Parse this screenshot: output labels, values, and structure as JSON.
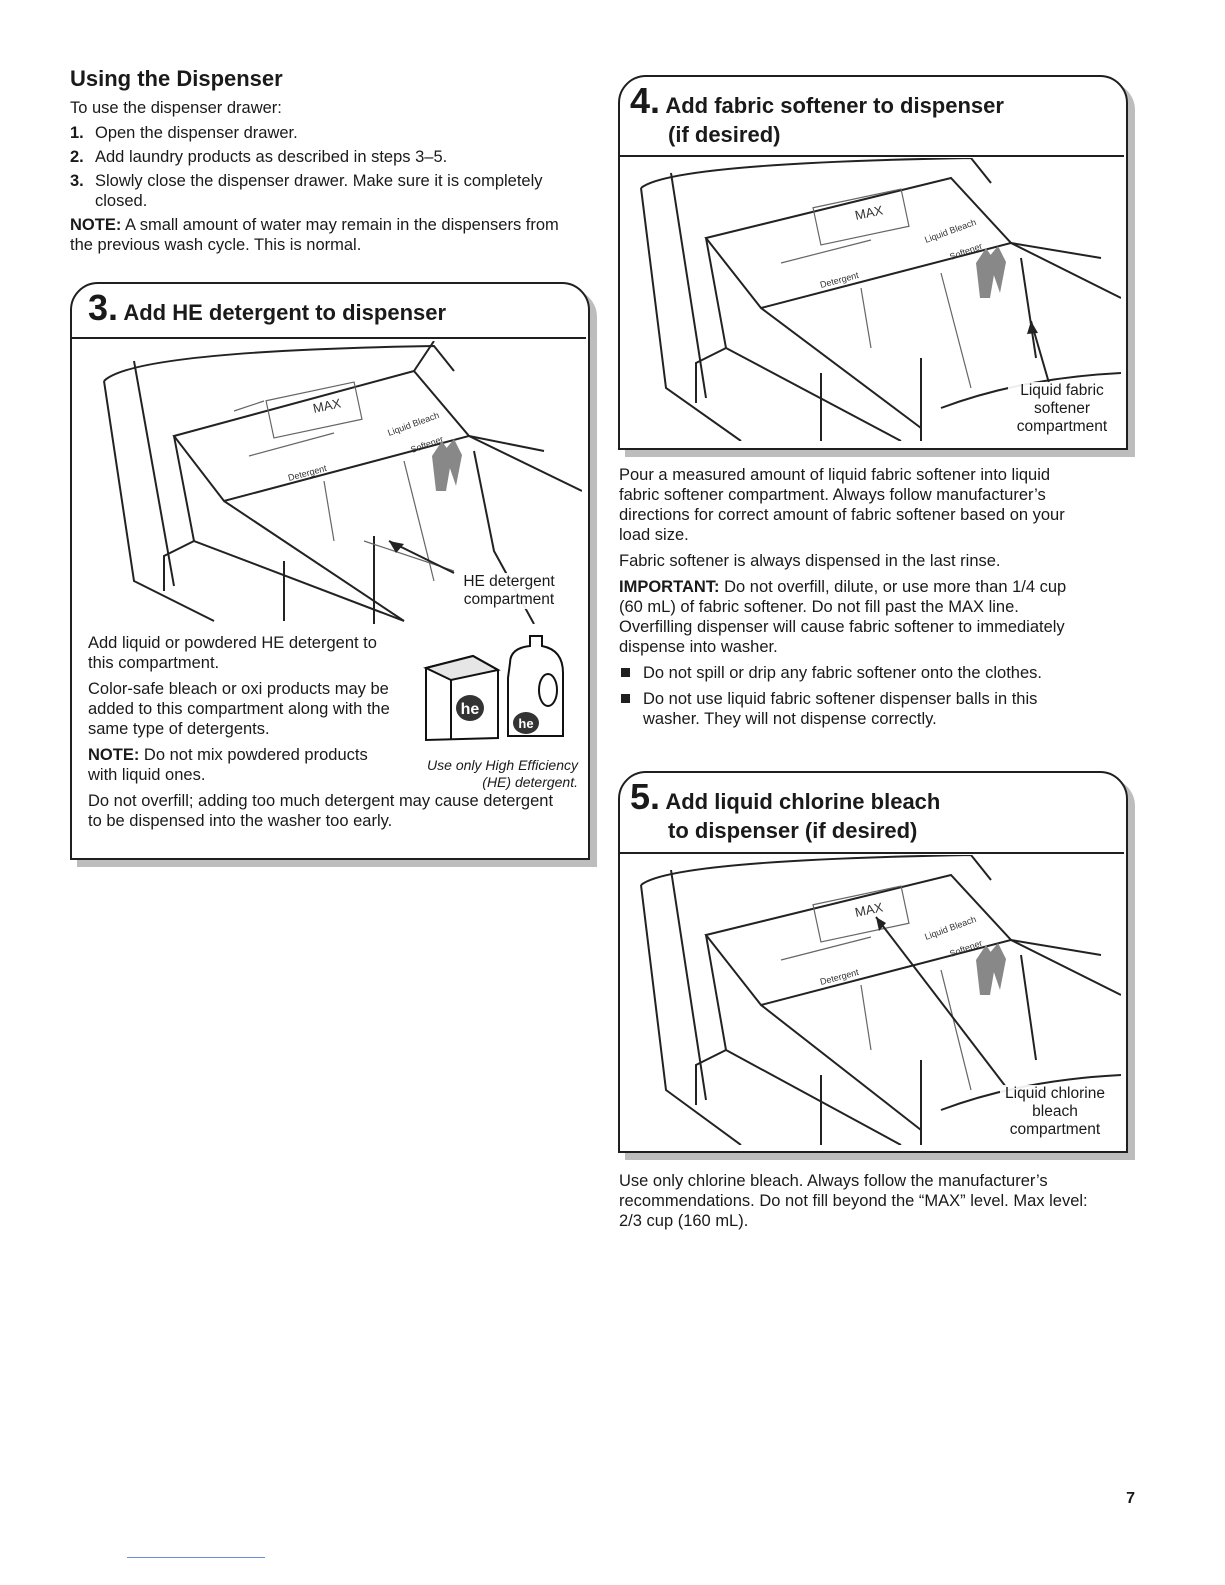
{
  "using": {
    "title": "Using the Dispenser",
    "intro": "To use the dispenser drawer:",
    "steps": [
      {
        "num": "1.",
        "text": "Open the dispenser drawer."
      },
      {
        "num": "2.",
        "text": "Add laundry products as described in steps 3–5."
      },
      {
        "num": "3.",
        "text": "Slowly close the dispenser drawer. Make sure it is completely closed."
      }
    ],
    "note_label": "NOTE:",
    "note_text": " A small amount of water may remain in the dispensers from the previous wash cycle. This is normal."
  },
  "step3": {
    "number": "3.",
    "title": "Add HE detergent to dispenser",
    "callout": "HE detergent compartment",
    "p1": "Add liquid or powdered HE detergent to this compartment.",
    "p2": "Color-safe bleach or oxi products may be added to this compartment along with the same type of detergents.",
    "note_label": "NOTE:",
    "note_text": " Do not mix powdered products with liquid ones.",
    "p3": "Do not overfill; adding too much detergent may cause detergent to be dispensed into the washer too early.",
    "caption": "Use only High Efficiency (HE) detergent.",
    "logo": "he"
  },
  "step4": {
    "number": "4.",
    "title_line1": "Add fabric softener to dispenser",
    "title_line2": "(if desired)",
    "callout": "Liquid fabric softener compartment",
    "p1": "Pour a measured amount of liquid fabric softener into liquid fabric softener compartment. Always follow manufacturer’s directions for correct amount of fabric softener based on your load size.",
    "p2": "Fabric softener is always dispensed in the last rinse.",
    "important_label": "IMPORTANT:",
    "important_text": " Do not overfill, dilute, or use more than 1/4 cup (60 mL) of fabric softener. Do not fill past the MAX line. Overfilling dispenser will cause fabric softener to immediately dispense into washer.",
    "bullets": [
      "Do not spill or drip any fabric softener onto the clothes.",
      "Do not use liquid fabric softener dispenser balls in this washer. They will not dispense correctly."
    ]
  },
  "step5": {
    "number": "5.",
    "title_line1": "Add liquid chlorine bleach",
    "title_line2": "to dispenser (if desired)",
    "callout": "Liquid chlorine bleach compartment",
    "p1": "Use only chlorine bleach. Always follow the manufacturer’s recommendations. Do not fill beyond the “MAX” level. Max level: 2/3 cup (160 mL)."
  },
  "drawer_labels": {
    "max": "MAX",
    "detergent": "Detergent",
    "softener": "Softener",
    "bleach": "Liquid Bleach"
  },
  "page_number": "7"
}
